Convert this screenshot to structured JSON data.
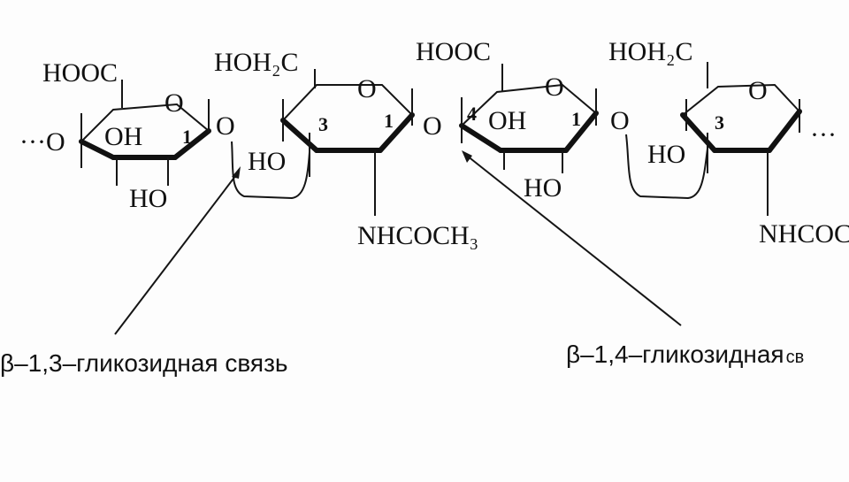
{
  "units": [
    {
      "top_group": "HOOC",
      "hydroxyl_top": "OH",
      "hydroxyl_bottom": "HO",
      "anomeric_number": "1"
    },
    {
      "top_group": "HOH₂C",
      "hydroxyl_left": "HO",
      "position_number": "3",
      "anomeric_number": "1",
      "amide": "NHCOCH₃"
    },
    {
      "top_group": "HOOC",
      "hydroxyl_top": "OH",
      "hydroxyl_bottom": "HO",
      "position_number": "4",
      "anomeric_number": "1"
    },
    {
      "top_group": "HOH₂C",
      "hydroxyl_left": "HO",
      "position_number": "3",
      "amide": "NHCOCH"
    }
  ],
  "ring_oxygen": "O",
  "bridge_oxygen": "O",
  "chain_start": "···O",
  "chain_end": "···",
  "labels": {
    "beta13": "β–1,3–гликозидная связь",
    "beta14_main": "β–1,4–гликозидная",
    "beta14_tail": "св"
  }
}
